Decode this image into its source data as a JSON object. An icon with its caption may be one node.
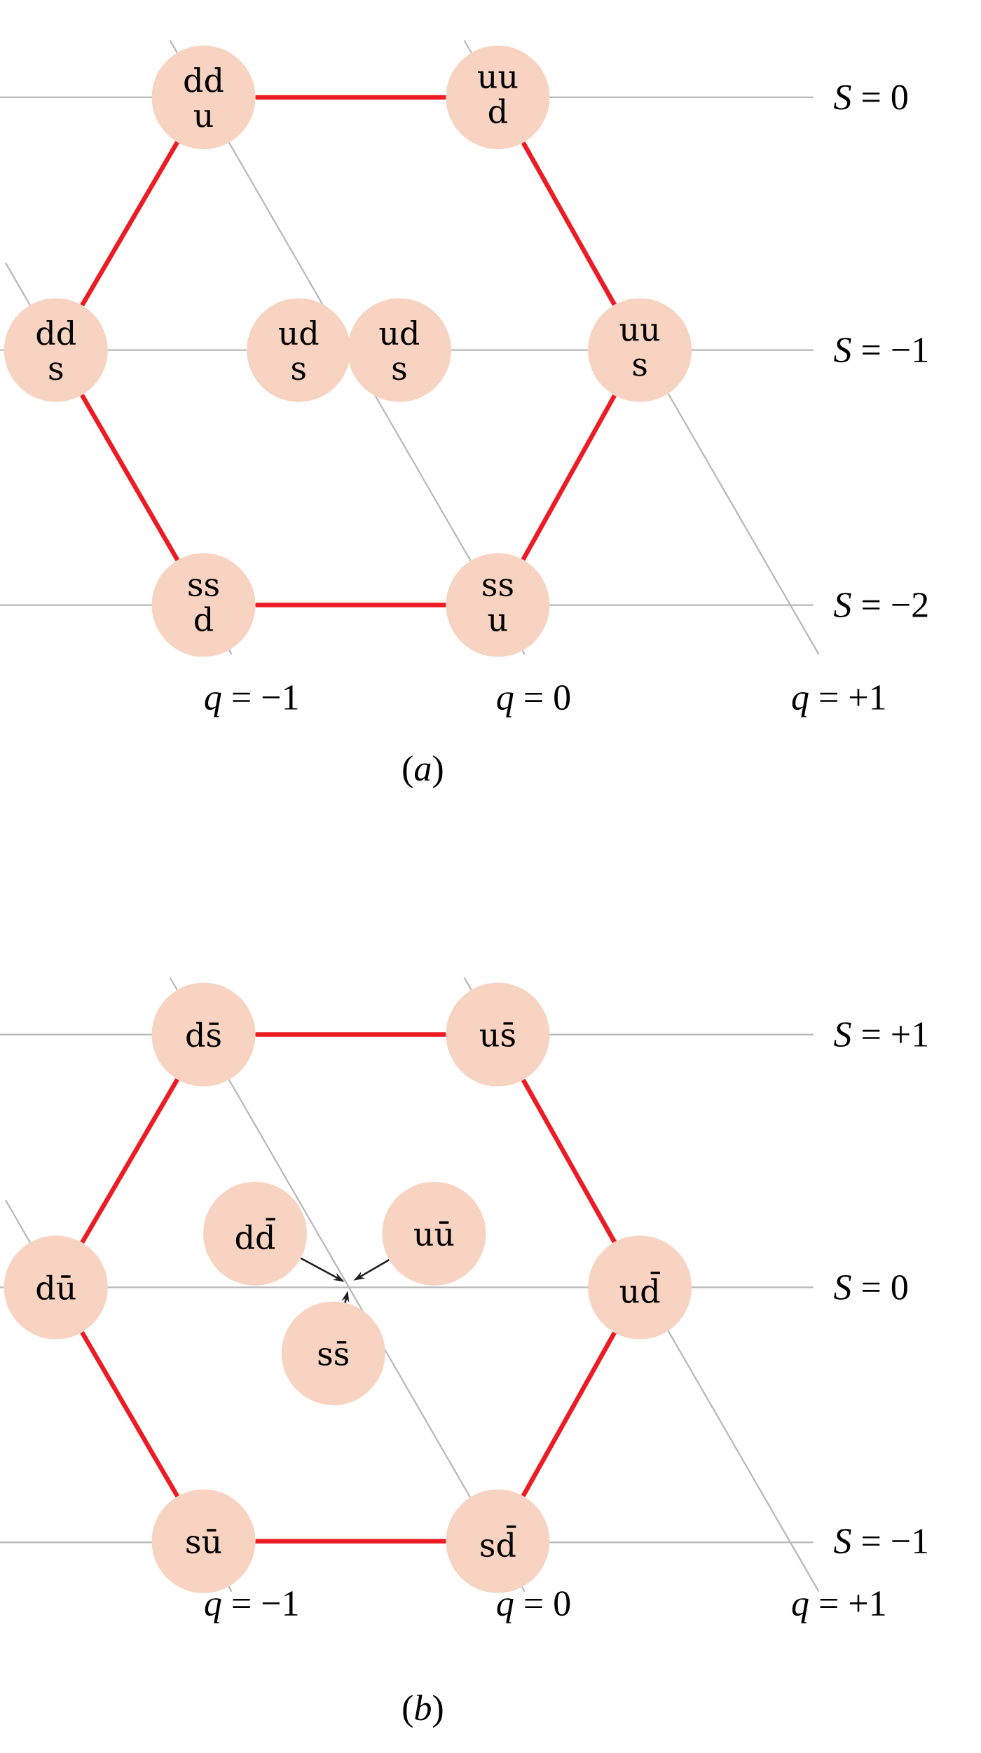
{
  "diagram": {
    "nodes": [
      {
        "text": [
          "dd u"
        ]
      },
      {
        "text": [
          "uu d"
        ]
      },
      {
        "text": [
          "dd s"
        ]
      },
      {
        "text": [
          "ud s"
        ]
      },
      {
        "text": [
          "ud s"
        ]
      },
      {
        "text": [
          "uu s"
        ]
      },
      {
        "text": [
          "ss d"
        ]
      },
      {
        "text": [
          "ss u"
        ]
      },
      {
        "text": [
          "ds̄"
        ]
      },
      {
        "text": [
          "us̄"
        ]
      },
      {
        "text": [
          "dd̄"
        ]
      },
      {
        "text": [
          "uū"
        ]
      },
      {
        "text": [
          "dū"
        ]
      },
      {
        "text": [
          "ud̄"
        ]
      },
      {
        "text": [
          "ss̄"
        ]
      },
      {
        "text": [
          "sū"
        ]
      },
      {
        "text": [
          "sd̄"
        ]
      }
    ],
    "edges": [
      {
        "from": 0,
        "to": 1,
        "arrow": "none",
        "color": "#ed1c24"
      },
      {
        "from": 1,
        "to": 5,
        "arrow": "none",
        "color": "#ed1c24"
      },
      {
        "from": 5,
        "to": 7,
        "arrow": "none",
        "color": "#ed1c24"
      },
      {
        "from": 7,
        "to": 6,
        "arrow": "none",
        "color": "#ed1c24"
      },
      {
        "from": 6,
        "to": 2,
        "arrow": "none",
        "color": "#ed1c24"
      },
      {
        "from": 2,
        "to": 0,
        "arrow": "none",
        "color": "#ed1c24"
      },
      {
        "from": 8,
        "to": 9,
        "arrow": "none",
        "color": "#ed1c24"
      },
      {
        "from": 9,
        "to": 13,
        "arrow": "none",
        "color": "#ed1c24"
      },
      {
        "from": 13,
        "to": 16,
        "arrow": "none",
        "color": "#ed1c24"
      },
      {
        "from": 16,
        "to": 15,
        "arrow": "none",
        "color": "#ed1c24"
      },
      {
        "from": 15,
        "to": 12,
        "arrow": "none",
        "color": "#ed1c24"
      },
      {
        "from": 12,
        "to": 8,
        "arrow": "none",
        "color": "#ed1c24"
      },
      {
        "from": 10,
        "to": null,
        "arrow": "to",
        "color": "#231f20"
      },
      {
        "from": 11,
        "to": null,
        "arrow": "to",
        "color": "#231f20"
      },
      {
        "from": 14,
        "to": null,
        "arrow": "to",
        "color": "#231f20"
      }
    ],
    "labels": [
      "*S* = 0",
      "*S* = −1",
      "*S* = −2",
      "*q* = −1",
      "*q* = 0",
      "*q* = +1",
      "(*a*)",
      "*S* = +1",
      "*S* = 0",
      "*S* = −1",
      "*q* = −1",
      "*q* = 0",
      "*q* = +1",
      "(*b*)"
    ]
  }
}
